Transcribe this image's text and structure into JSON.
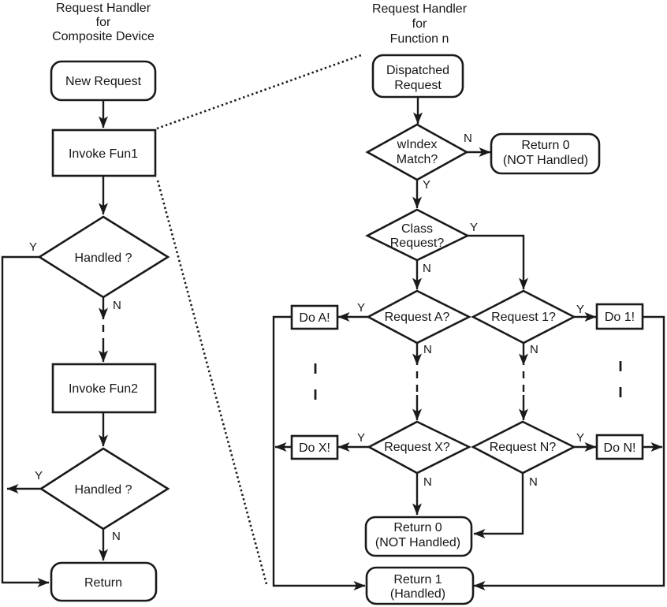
{
  "diagram": {
    "background_color": "#ffffff",
    "line_color": "#1a1a1a",
    "left_chart": {
      "title_lines": [
        "Request Handler",
        "for",
        "Composite Device"
      ],
      "nodes": {
        "new_request": "New Request",
        "invoke_fun1": "Invoke Fun1",
        "handled_1": "Handled ?",
        "invoke_fun2": "Invoke Fun2",
        "handled_2": "Handled ?",
        "return": "Return"
      },
      "labels": {
        "yes": "Y",
        "no": "N"
      }
    },
    "right_chart": {
      "title_lines": [
        "Request Handler",
        "for",
        "Function n"
      ],
      "nodes": {
        "dispatched_request": [
          "Dispatched",
          "Request"
        ],
        "windex_match": [
          "wIndex",
          "Match?"
        ],
        "return_0_top": [
          "Return 0",
          "(NOT Handled)"
        ],
        "class_request": [
          "Class",
          "Request?"
        ],
        "request_a": "Request A?",
        "request_1": "Request 1?",
        "do_a": "Do A!",
        "do_1": "Do 1!",
        "request_x": "Request X?",
        "request_n": "Request N?",
        "do_x": "Do X!",
        "do_n": "Do N!",
        "return_0_bottom": [
          "Return 0",
          "(NOT Handled)"
        ],
        "return_1": [
          "Return 1",
          "(Handled)"
        ]
      },
      "labels": {
        "yes": "Y",
        "no": "N"
      }
    }
  }
}
